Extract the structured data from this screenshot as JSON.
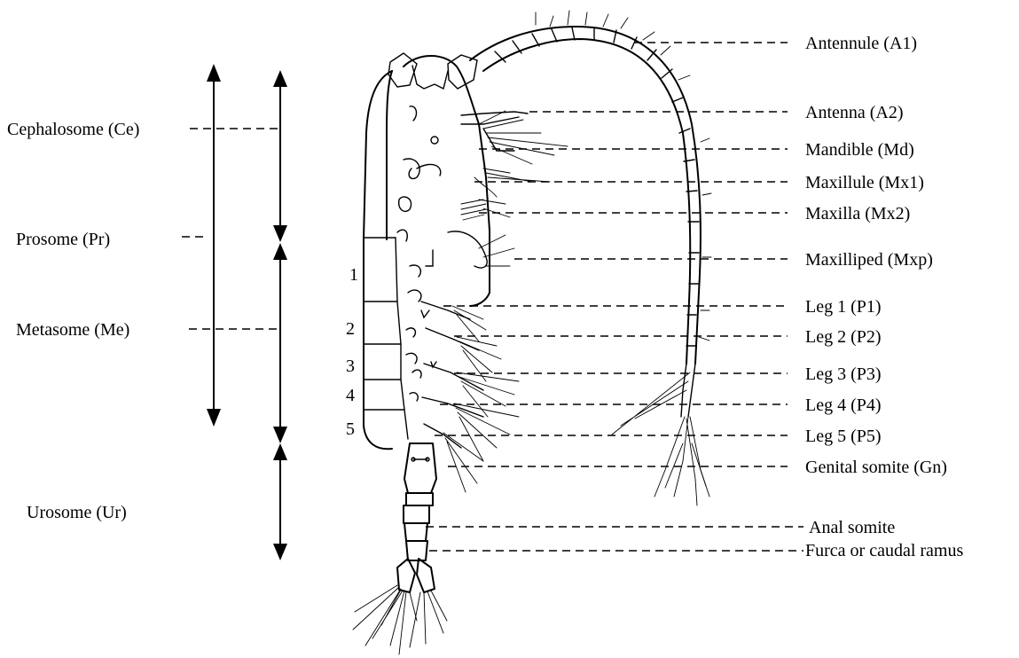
{
  "region_labels": {
    "cephalosome": "Cephalosome (Ce)",
    "prosome": "Prosome (Pr)",
    "metasome": "Metasome (Me)",
    "urosome": "Urosome (Ur)"
  },
  "segment_numbers": [
    "1",
    "2",
    "3",
    "4",
    "5"
  ],
  "part_labels": [
    "Antennule (A1)",
    "Antenna (A2)",
    "Mandible (Md)",
    "Maxillule (Mx1)",
    "Maxilla (Mx2)",
    "Maxilliped (Mxp)",
    "Leg 1 (P1)",
    "Leg 2 (P2)",
    "Leg 3 (P3)",
    "Leg 4 (P4)",
    "Leg 5 (P5)",
    "Genital somite (Gn)",
    "Anal somite",
    "Furca or caudal ramus"
  ]
}
